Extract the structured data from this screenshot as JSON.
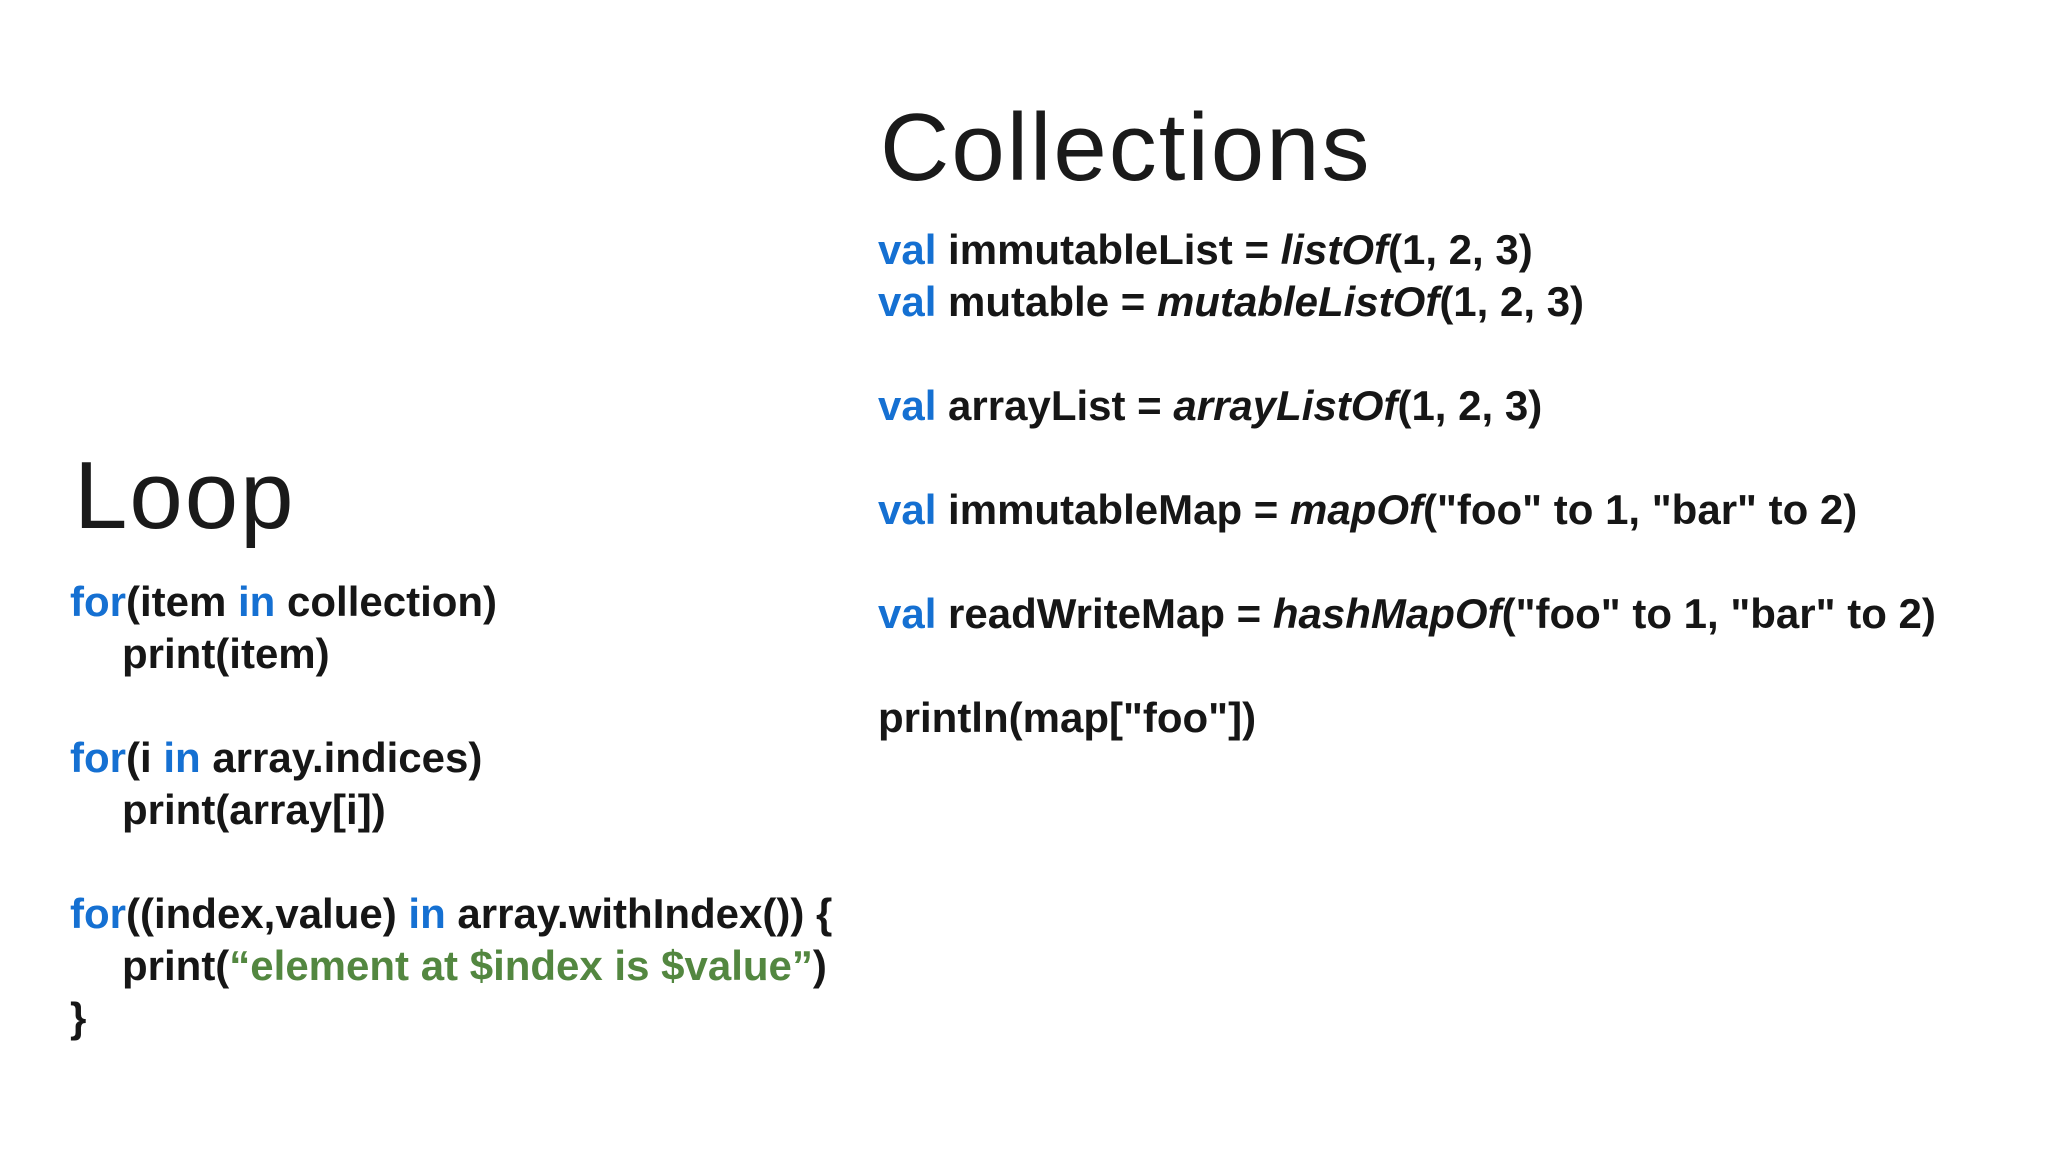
{
  "colors": {
    "background": "#ffffff",
    "keyword_blue": "#1570d2",
    "string_green": "#538740",
    "code_black": "#161616",
    "heading_black": "#1a1a1a"
  },
  "left": {
    "title": "Loop",
    "lines": [
      {
        "indent": 0,
        "segments": [
          {
            "c": "kw",
            "t": "for"
          },
          {
            "c": "code",
            "t": "(item "
          },
          {
            "c": "kw",
            "t": "in"
          },
          {
            "c": "code",
            "t": " collection)"
          }
        ]
      },
      {
        "indent": 1,
        "segments": [
          {
            "c": "code",
            "t": "print(item)"
          }
        ]
      },
      {
        "indent": 0,
        "segments": []
      },
      {
        "indent": 0,
        "segments": [
          {
            "c": "kw",
            "t": "for"
          },
          {
            "c": "code",
            "t": "(i "
          },
          {
            "c": "kw",
            "t": "in"
          },
          {
            "c": "code",
            "t": " array.indices)"
          }
        ]
      },
      {
        "indent": 1,
        "segments": [
          {
            "c": "code",
            "t": "print(array[i])"
          }
        ]
      },
      {
        "indent": 0,
        "segments": []
      },
      {
        "indent": 0,
        "segments": [
          {
            "c": "kw",
            "t": "for"
          },
          {
            "c": "code",
            "t": "((index,value) "
          },
          {
            "c": "kw",
            "t": "in"
          },
          {
            "c": "code",
            "t": " array.withIndex()) {"
          }
        ]
      },
      {
        "indent": 1,
        "segments": [
          {
            "c": "code",
            "t": "print("
          },
          {
            "c": "str",
            "t": "“element at $index is $value”"
          },
          {
            "c": "code",
            "t": ")"
          }
        ]
      },
      {
        "indent": 0,
        "segments": [
          {
            "c": "code",
            "t": "}"
          }
        ]
      }
    ]
  },
  "right": {
    "title": "Collections",
    "lines": [
      {
        "indent": 0,
        "segments": [
          {
            "c": "kw",
            "t": "val"
          },
          {
            "c": "code",
            "t": " immutableList = "
          },
          {
            "c": "fn",
            "t": "listOf"
          },
          {
            "c": "code",
            "t": "(1, 2, 3)"
          }
        ]
      },
      {
        "indent": 0,
        "segments": [
          {
            "c": "kw",
            "t": "val"
          },
          {
            "c": "code",
            "t": " mutable = "
          },
          {
            "c": "fn",
            "t": "mutableListOf"
          },
          {
            "c": "code",
            "t": "(1, 2, 3)"
          }
        ]
      },
      {
        "indent": 0,
        "segments": []
      },
      {
        "indent": 0,
        "segments": [
          {
            "c": "kw",
            "t": "val"
          },
          {
            "c": "code",
            "t": " arrayList = "
          },
          {
            "c": "fn",
            "t": "arrayListOf"
          },
          {
            "c": "code",
            "t": "(1, 2, 3)"
          }
        ]
      },
      {
        "indent": 0,
        "segments": []
      },
      {
        "indent": 0,
        "segments": [
          {
            "c": "kw",
            "t": "val"
          },
          {
            "c": "code",
            "t": " immutableMap = "
          },
          {
            "c": "fn",
            "t": "mapOf"
          },
          {
            "c": "code",
            "t": "(\"foo\" to 1, \"bar\" to 2)"
          }
        ]
      },
      {
        "indent": 0,
        "segments": []
      },
      {
        "indent": 0,
        "segments": [
          {
            "c": "kw",
            "t": "val"
          },
          {
            "c": "code",
            "t": " readWriteMap = "
          },
          {
            "c": "fn",
            "t": "hashMapOf"
          },
          {
            "c": "code",
            "t": "(\"foo\" to 1, \"bar\" to 2)"
          }
        ]
      },
      {
        "indent": 0,
        "segments": []
      },
      {
        "indent": 0,
        "segments": [
          {
            "c": "code",
            "t": "println(map[\"foo\"])"
          }
        ]
      }
    ]
  }
}
